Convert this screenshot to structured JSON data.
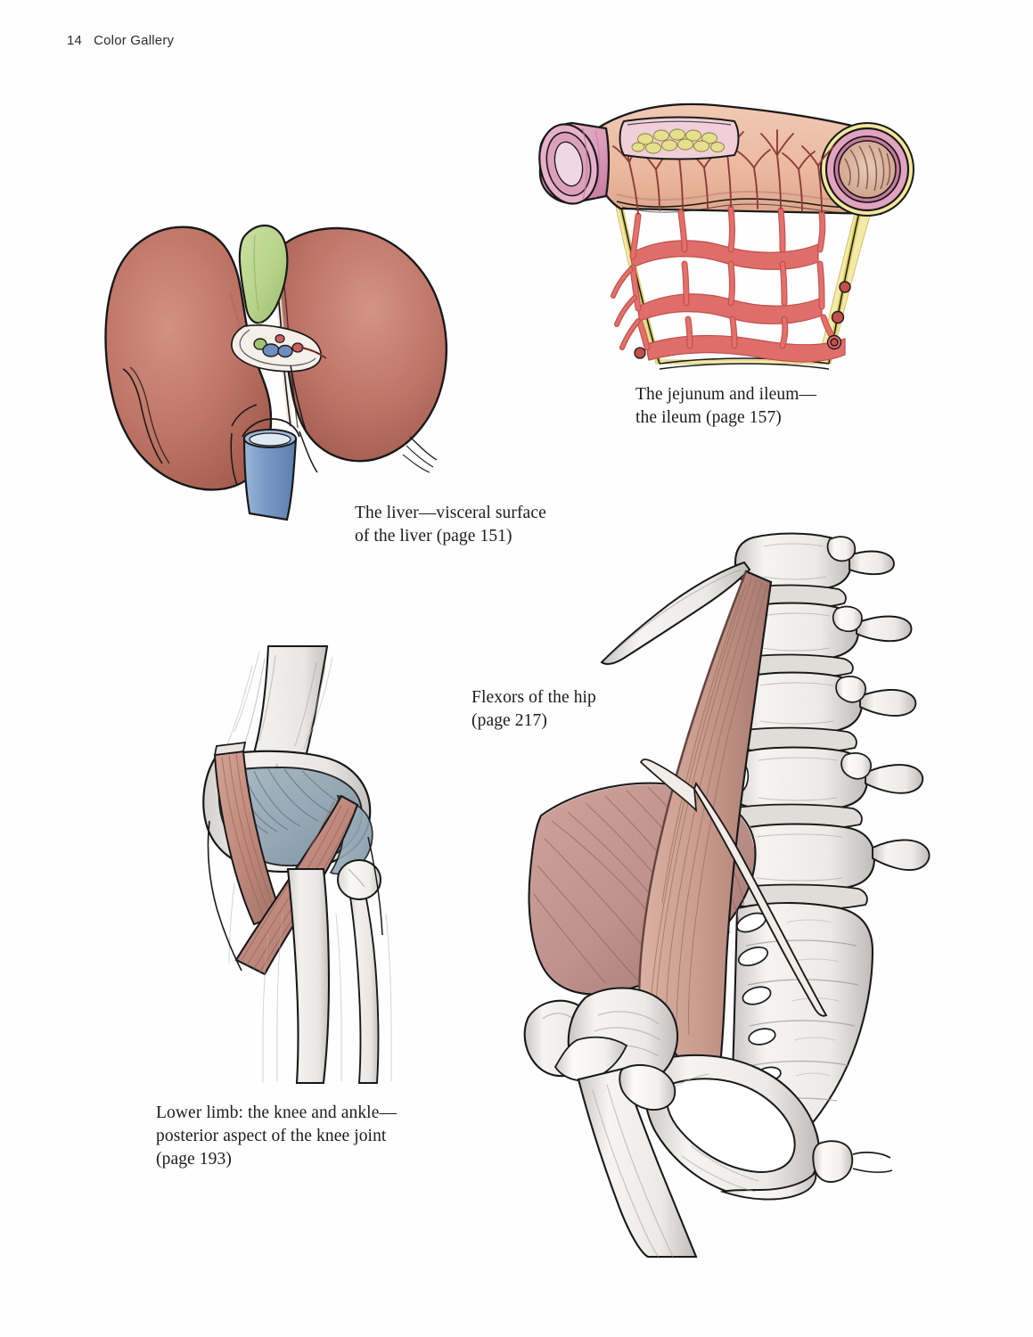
{
  "page": {
    "folio": "14",
    "section_title": "Color Gallery",
    "background_color": "#fefefe",
    "text_color": "#1c1c1c"
  },
  "figures": [
    {
      "id": "liver",
      "name": "liver-visceral-surface-illustration",
      "caption": "The liver—visceral surface\nof the liver (page 151)",
      "page_reference": "151",
      "subject": "The liver—visceral surface of the liver",
      "medium": "colored pencil",
      "colors": {
        "parenchyma": "#c5796a",
        "parenchyma_shadow": "#ab6051",
        "parenchyma_light": "#d79283",
        "gallbladder": "#bcd98d",
        "gallbladder_shadow": "#a3c472",
        "inferior_vena_cava": "#7d9ecb",
        "vena_cava_shadow": "#6286b5",
        "porta_hepatis_artery": "#c9605c",
        "porta_hepatis_vein": "#6f8fc0",
        "outline": "#1a1a1a"
      },
      "structures": [
        "right lobe",
        "left lobe",
        "gallbladder",
        "porta hepatis",
        "hepatic artery",
        "portal vein",
        "bile duct",
        "inferior vena cava",
        "ligamentum teres notch"
      ]
    },
    {
      "id": "ileum",
      "name": "jejunum-and-ileum-illustration",
      "caption": "The jejunum and ileum—\nthe ileum (page 157)",
      "page_reference": "157",
      "subject": "The jejunum and ileum—the ileum",
      "medium": "colored pencil",
      "colors": {
        "bowel_wall": "#f0bda4",
        "bowel_wall_shadow": "#e0a98e",
        "cut_end_pink": "#e1a3c0",
        "cut_end_pink_dark": "#c8799f",
        "lumen_mucosa": "#dcb49c",
        "mesentery_yellow": "#eee08a",
        "arteries": "#e4706c",
        "arteries_dark": "#c2504d",
        "peyers_patch_follicle": "#e4e08d",
        "outline": "#1a1a1a"
      },
      "structures": [
        "cut end of ileum",
        "serosal surface",
        "Peyer's patch",
        "vasa recta",
        "arterial arcades",
        "mesentery",
        "lumen with mucosal folds",
        "lymph nodes"
      ]
    },
    {
      "id": "knee",
      "name": "posterior-knee-joint-illustration",
      "caption": "Lower limb: the knee and ankle—\nposterior aspect of the knee joint\n(page 193)",
      "page_reference": "193",
      "subject": "Lower limb: the knee and ankle—posterior aspect of the knee joint",
      "medium": "graphite and colored pencil",
      "colors": {
        "bone": "#f7f6f4",
        "bone_shadow": "#b9b7b4",
        "ligament_blue": "#93a8b5",
        "ligament_blue_dark": "#76909f",
        "muscle_rose": "#c48e81",
        "muscle_rose_light": "#d7a596",
        "tendon_pale": "#e8ddd6",
        "outline": "#1a1a1a"
      },
      "structures": [
        "femur",
        "medial condyle",
        "lateral condyle",
        "oblique popliteal ligament",
        "popliteus muscle",
        "semimembranosus tendon",
        "tibia",
        "fibula"
      ]
    },
    {
      "id": "hip",
      "name": "flexors-of-the-hip-illustration",
      "caption": "Flexors of the hip\n(page 217)",
      "page_reference": "217",
      "subject": "Flexors of the hip",
      "medium": "graphite and colored pencil",
      "colors": {
        "bone": "#fbfaf8",
        "bone_shadow": "#b5b3b0",
        "bone_shadow_deep": "#8e8c89",
        "psoas_muscle": "#cfa193",
        "psoas_muscle_dark": "#b88476",
        "iliacus_muscle": "#c69a92",
        "iliacus_muscle_dark": "#ab7d78",
        "outline": "#1a1a1a"
      },
      "structures": [
        "lumbar vertebrae",
        "transverse processes",
        "twelfth rib",
        "psoas major",
        "iliacus",
        "iliac crest",
        "sacrum",
        "anterior sacral foramina",
        "obturator foramen",
        "pubis",
        "femur",
        "greater trochanter",
        "lesser trochanter",
        "iliopsoas tendon"
      ]
    }
  ]
}
